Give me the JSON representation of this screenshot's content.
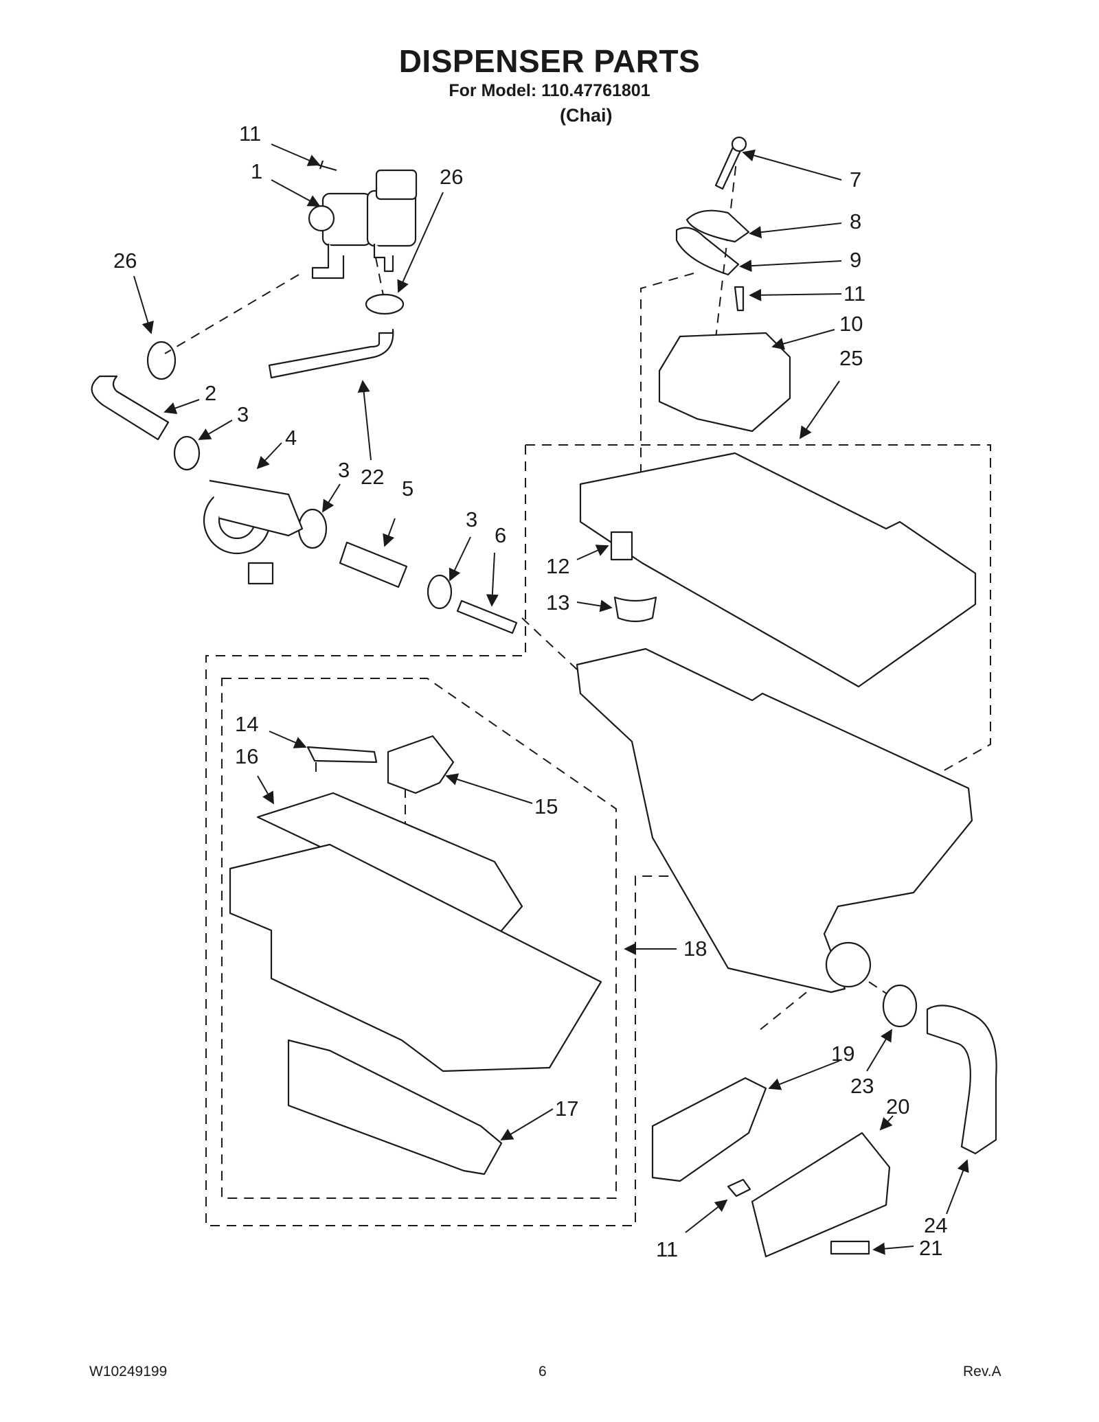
{
  "header": {
    "title": "DISPENSER PARTS",
    "model_line": "For Model: 110.47761801",
    "variant": "(Chai)"
  },
  "callouts": [
    {
      "id": "c1",
      "label": "11"
    },
    {
      "id": "c2",
      "label": "1"
    },
    {
      "id": "c3",
      "label": "26"
    },
    {
      "id": "c4",
      "label": "26"
    },
    {
      "id": "c5",
      "label": "2"
    },
    {
      "id": "c6",
      "label": "3"
    },
    {
      "id": "c7",
      "label": "4"
    },
    {
      "id": "c8",
      "label": "3"
    },
    {
      "id": "c9",
      "label": "22"
    },
    {
      "id": "c10",
      "label": "5"
    },
    {
      "id": "c11",
      "label": "3"
    },
    {
      "id": "c12",
      "label": "6"
    },
    {
      "id": "c13",
      "label": "7"
    },
    {
      "id": "c14",
      "label": "8"
    },
    {
      "id": "c15",
      "label": "9"
    },
    {
      "id": "c16",
      "label": "11"
    },
    {
      "id": "c17",
      "label": "10"
    },
    {
      "id": "c18",
      "label": "25"
    },
    {
      "id": "c19",
      "label": "12"
    },
    {
      "id": "c20",
      "label": "13"
    },
    {
      "id": "c21",
      "label": "14"
    },
    {
      "id": "c22",
      "label": "16"
    },
    {
      "id": "c23",
      "label": "15"
    },
    {
      "id": "c24",
      "label": "18"
    },
    {
      "id": "c25",
      "label": "19"
    },
    {
      "id": "c26",
      "label": "23"
    },
    {
      "id": "c27",
      "label": "20"
    },
    {
      "id": "c28",
      "label": "17"
    },
    {
      "id": "c29",
      "label": "24"
    },
    {
      "id": "c30",
      "label": "11"
    },
    {
      "id": "c31",
      "label": "21"
    }
  ],
  "footer": {
    "doc_number": "W10249199",
    "page": "6",
    "revision": "Rev.A"
  }
}
